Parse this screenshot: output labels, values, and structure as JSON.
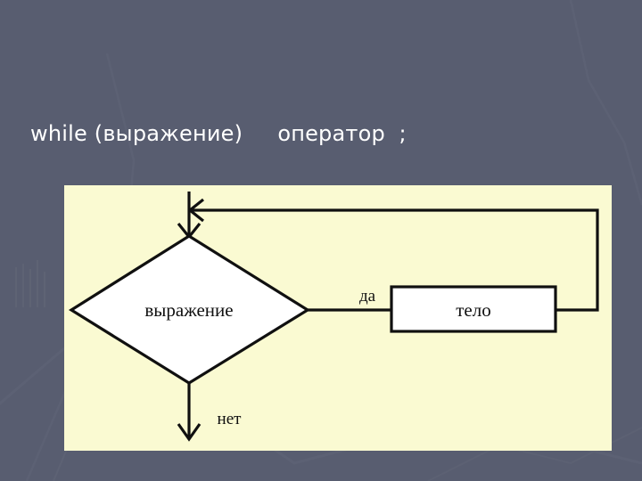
{
  "slide": {
    "background_color": "#585d70",
    "title": "while (выражение)     оператор  ;",
    "title_color": "#ffffff"
  },
  "diagram": {
    "panel_color": "#fafad2",
    "node_fill": "#ffffff",
    "stroke_color": "#101010",
    "condition_label": "выражение",
    "body_label": "тело",
    "yes_label": "да",
    "no_label": "нет",
    "shapes": {
      "condition_shape": "diamond",
      "body_shape": "rectangle"
    },
    "edges": [
      {
        "name": "entry-arrow",
        "label": ""
      },
      {
        "name": "loop-back-arrow",
        "label": ""
      },
      {
        "name": "true-branch",
        "label": "да"
      },
      {
        "name": "false-branch",
        "label": "нет"
      }
    ]
  }
}
